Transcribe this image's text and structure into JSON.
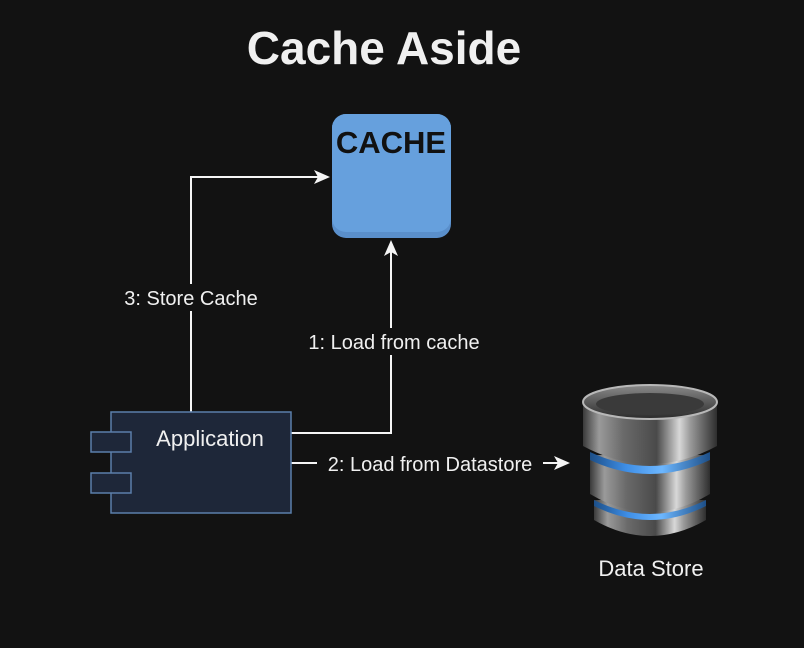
{
  "title": "Cache Aside",
  "nodes": {
    "cache": {
      "label": "CACHE"
    },
    "application": {
      "label": "Application"
    },
    "datastore": {
      "label": "Data Store"
    }
  },
  "edges": {
    "load_from_cache": "1: Load from cache",
    "load_from_datastore": "2: Load from Datastore",
    "store_cache": "3: Store Cache"
  },
  "colors": {
    "background": "#121212",
    "text": "#f0f0f0",
    "cache_fill": "#66a0dd",
    "cache_text": "#111111",
    "app_fill": "#1e2739",
    "app_border": "#5b7fab",
    "line": "#f5f5f5"
  }
}
